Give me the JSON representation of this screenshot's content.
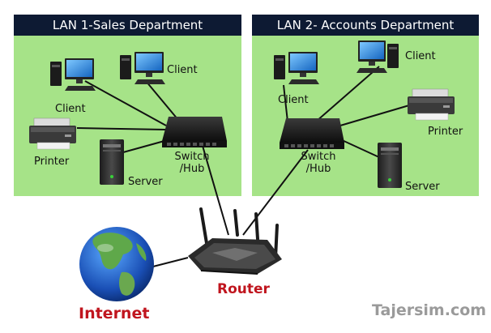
{
  "lan1": {
    "title": "LAN 1-Sales Department",
    "client_top": "Client",
    "client_left": "Client",
    "printer": "Printer",
    "server": "Server",
    "switch_line1": "Switch",
    "switch_line2": "/Hub"
  },
  "lan2": {
    "title": "LAN 2- Accounts Department",
    "client_left": "Client",
    "client_right": "Client",
    "printer": "Printer",
    "server": "Server",
    "switch_line1": "Switch",
    "switch_line2": "/Hub"
  },
  "router_label": "Router",
  "internet_label": "Internet",
  "watermark": "Tajersim.com",
  "colors": {
    "lan_background": "#a6e388",
    "header_background": "#0d1a33",
    "accent_red": "#c0151e"
  },
  "icons": [
    "computer-icon",
    "printer-icon",
    "server-icon",
    "switch-icon",
    "router-icon",
    "globe-icon"
  ]
}
